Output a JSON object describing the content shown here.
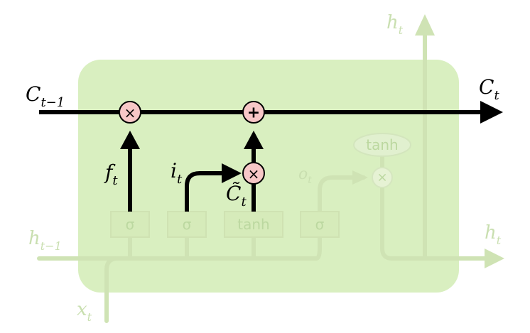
{
  "colors": {
    "cell_fill": "#d9efc0",
    "faded_green": "#cfe3b4",
    "highlight_node": "#f7c7c7",
    "line": "#000000"
  },
  "labels": {
    "c_prev": "C",
    "c_prev_sub": "t−1",
    "c_next": "C",
    "c_next_sub": "t",
    "f": "f",
    "f_sub": "t",
    "i": "i",
    "i_sub": "t",
    "c_tilde": "C̃",
    "c_tilde_sub": "t",
    "o": "o",
    "o_sub": "t",
    "h_prev": "h",
    "h_prev_sub": "t−1",
    "h_out_right": "h",
    "h_out_right_sub": "t",
    "h_out_top": "h",
    "h_out_top_sub": "t",
    "x": "x",
    "x_sub": "t"
  },
  "operators": {
    "forget_mult": "×",
    "add": "+",
    "input_mult": "×",
    "output_mult": "×",
    "tanh_out": "tanh"
  },
  "gates": {
    "sigma_forget": "σ",
    "sigma_input": "σ",
    "tanh_candidate": "tanh",
    "sigma_output": "σ"
  }
}
